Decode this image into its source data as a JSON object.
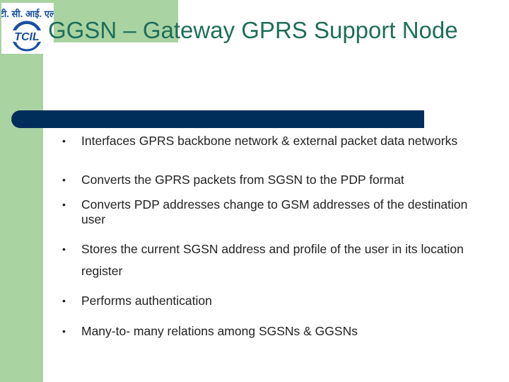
{
  "slide": {
    "title": "GGSN – Gateway GPRS Support Node",
    "bullets": [
      "Interfaces GPRS backbone network & external packet data networks",
      "Converts the GPRS packets from SGSN to the PDP format",
      "Converts PDP addresses change to GSM addresses of the destination user",
      "Stores the current SGSN address and profile of the user in its location register",
      "Performs authentication",
      "Many-to- many relations among SGSNs & GGSNs"
    ]
  },
  "logo": {
    "icon": "tcil-logo",
    "wordmark": "TCIL",
    "hindi_text": "टी. सी. आई. एल"
  },
  "colors": {
    "band": "#a9d3a1",
    "title": "#1f6e5a",
    "title_bar": "#002e5a",
    "text": "#222222",
    "logo_blue": "#1a4fa0"
  }
}
